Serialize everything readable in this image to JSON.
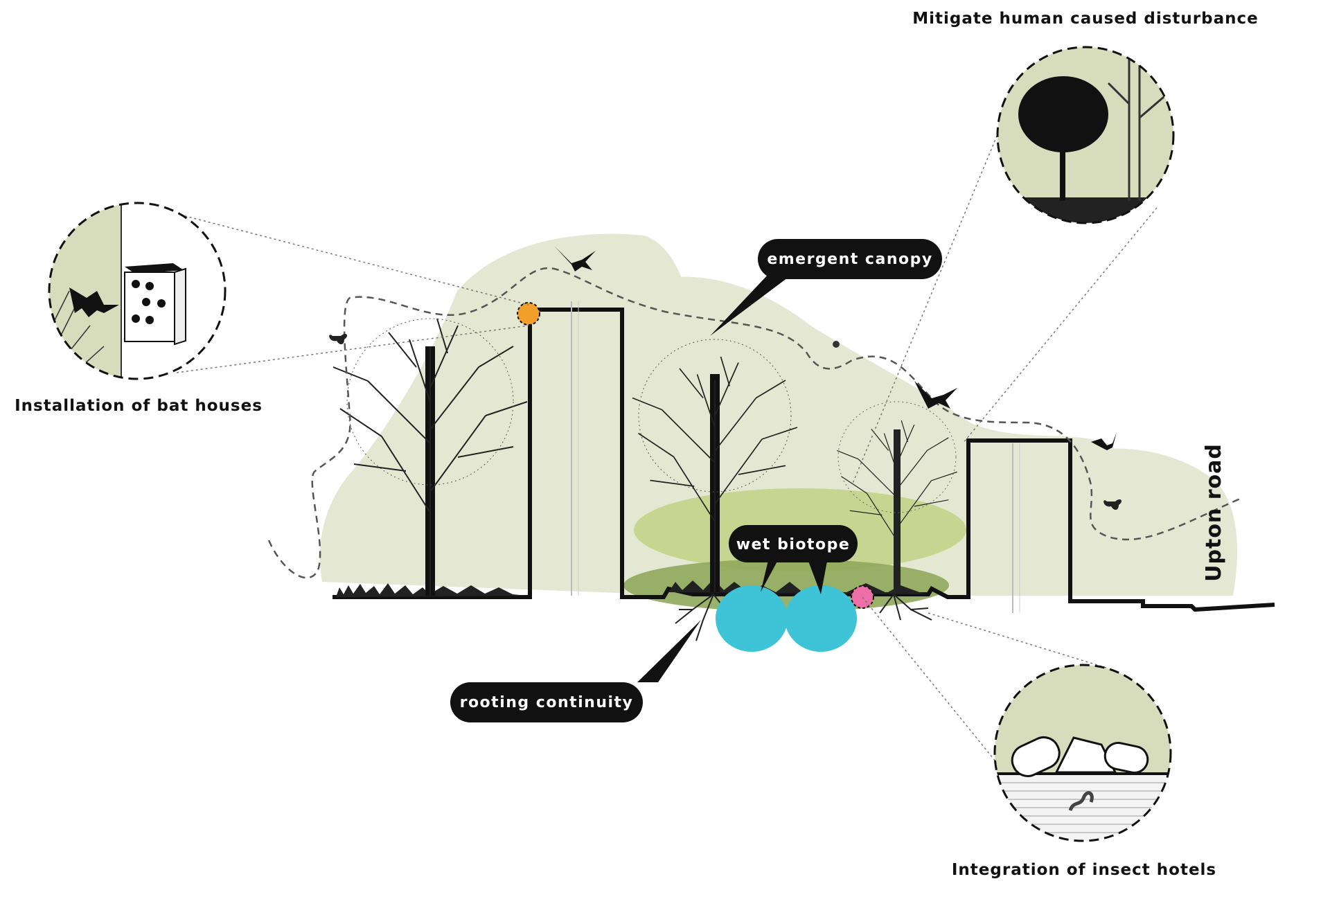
{
  "labels": {
    "mitigate": "Mitigate human caused disturbance",
    "bat_houses": "Installation of bat houses",
    "insect_hotels": "Integration of insect hotels",
    "upton_road": "Upton road"
  },
  "callouts": {
    "emergent_canopy": "emergent canopy",
    "wet_biotope": "wet biotope",
    "rooting_continuity": "rooting continuity"
  },
  "colors": {
    "sage": "#e4e8d2",
    "canopy_green": "#c2d48a",
    "understory_green": "#8ea85a",
    "water_blue": "#3fc3d6",
    "marker_orange": "#f2a02a",
    "marker_pink": "#ec6fa7",
    "ink": "#111111"
  },
  "icons": [
    "bat-icon",
    "bird-icon",
    "butterfly-icon",
    "bat-house-icon",
    "insect-hotel-icon",
    "tree-icon",
    "worm-icon"
  ]
}
